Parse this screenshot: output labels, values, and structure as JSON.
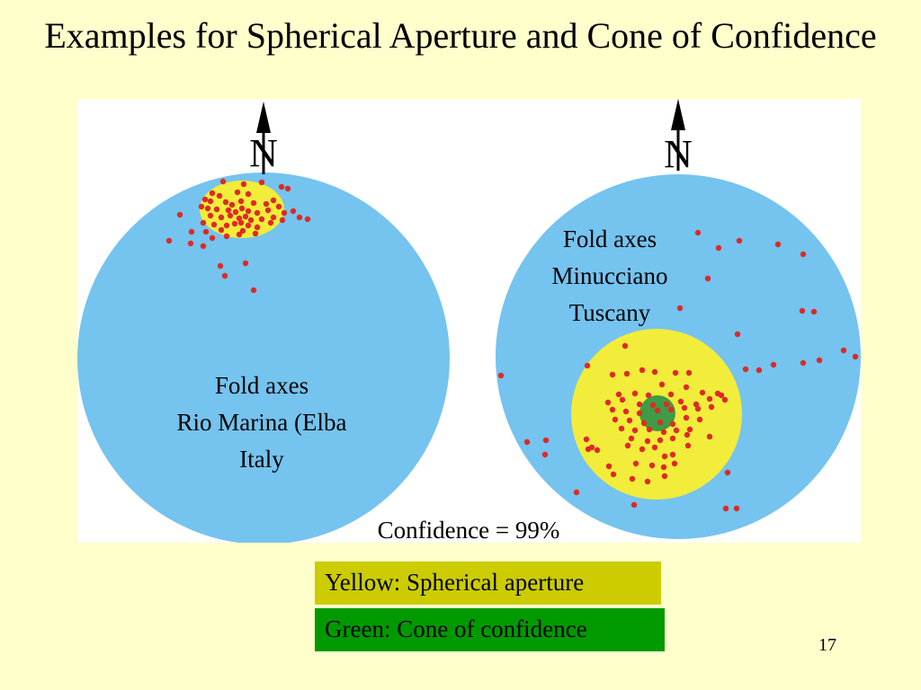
{
  "title": "Examples for Spherical Aperture and Cone of Confidence",
  "colors": {
    "background": "#ffffcc",
    "sphere": "#75c3ef",
    "spherical_aperture": "#f2ec3a",
    "cone_of_confidence": "#3f9b45",
    "data_point": "#dd2a25",
    "legend_yellow_bg": "#cccc00",
    "legend_green_bg": "#009900"
  },
  "left_net": {
    "north_label": "N",
    "north_icon": "north-arrow-icon",
    "label_lines": [
      "Fold axes",
      "Rio Marina (Elba",
      "Italy"
    ]
  },
  "right_net": {
    "north_label": "N",
    "north_icon": "north-arrow-icon",
    "label_lines": [
      "Fold axes",
      "Minucciano",
      "Tuscany"
    ]
  },
  "confidence_text": "Confidence = 99%",
  "legend": {
    "yellow": "Yellow: Spherical aperture",
    "green": "Green: Cone of confidence"
  },
  "page_number": "17"
}
